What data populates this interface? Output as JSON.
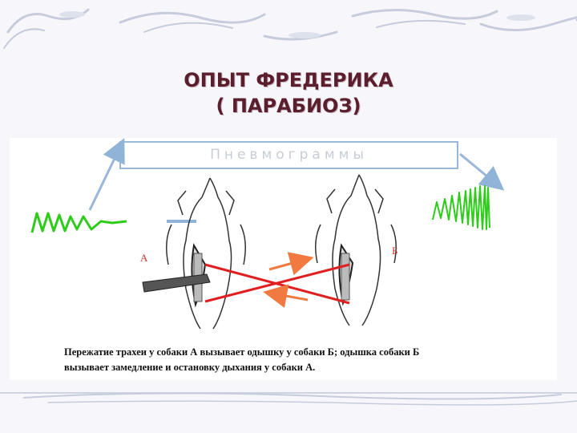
{
  "slide": {
    "title_line1": "ОПЫТ ФРЕДЕРИКА",
    "title_line2": "( ПАРАБИОЗ)"
  },
  "figure": {
    "pneumograms_label": "Пневмограммы",
    "dog_a_label": "А",
    "dog_b_label": "Б",
    "caption_line1": "Пережатие трахеи у собаки А вызывает  одышку у собаки Б;  одышка собаки Б",
    "caption_line2": "вызывает замедление и остановку дыхания у   собаки  А."
  },
  "colors": {
    "title": "#5b1e2c",
    "trace": "#2ecc1a",
    "cross_lines": "#e02020",
    "arrows": "#f07a40",
    "box_border": "#9ab6d9"
  }
}
